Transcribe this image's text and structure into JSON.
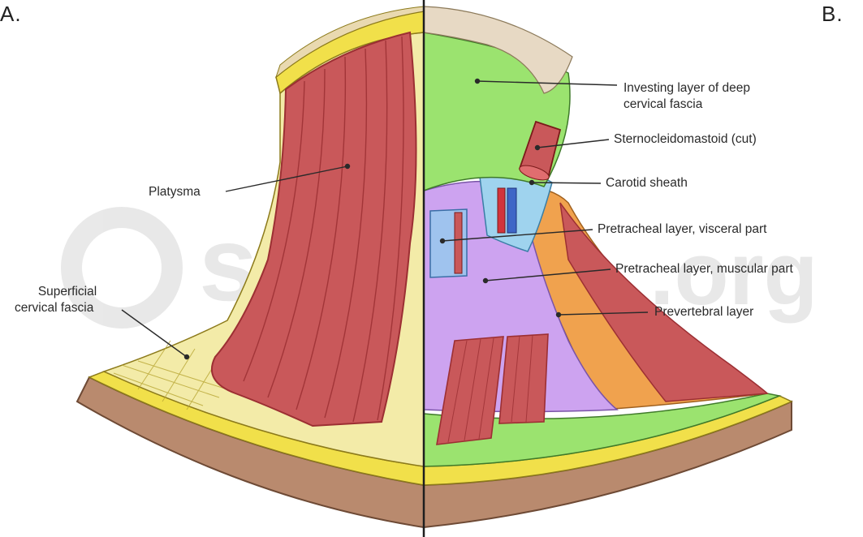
{
  "panels": {
    "left": "A.",
    "right": "B."
  },
  "labels": {
    "platysma": "Platysma",
    "superficial_fascia": [
      "Superficial",
      "cervical fascia"
    ],
    "investing_layer": [
      "Investing layer of deep",
      "cervical fascia"
    ],
    "sternocleidomastoid": "Sternocleidomastoid (cut)",
    "carotid_sheath": "Carotid sheath",
    "pretracheal_visceral": "Pretracheal layer, visceral part",
    "pretracheal_muscular": "Pretracheal layer, muscular part",
    "prevertebral": "Prevertebral layer"
  },
  "watermark": "osmosis.org",
  "colors": {
    "muscle": "#c9585a",
    "muscle_dark": "#9c2f33",
    "fat": "#f3eba8",
    "fascia_yellow": "#f1e04a",
    "investing_green": "#9be36f",
    "pretracheal_purple": "#cda3f0",
    "carotid_blue": "#9fd3ee",
    "prevertebral_orange": "#f0a24e",
    "skin": "#b98a6e"
  }
}
